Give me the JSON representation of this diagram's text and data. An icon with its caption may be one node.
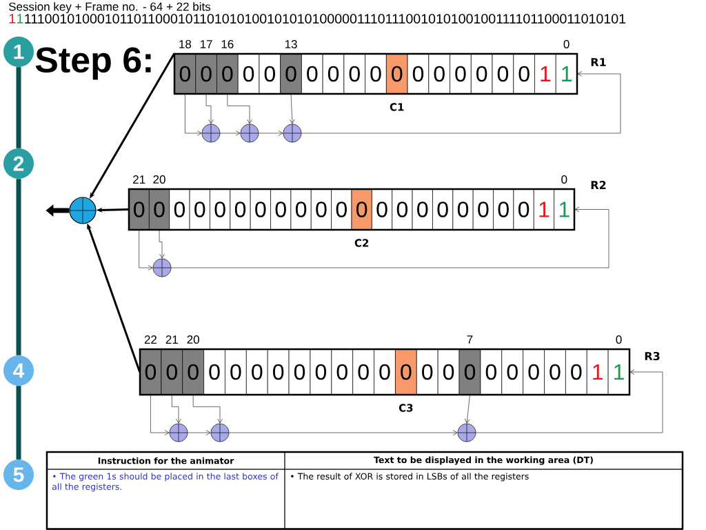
{
  "diagram": {
    "title": "Step 6:",
    "nodes": [
      {
        "text": [
          "1"
        ]
      },
      {
        "text": [
          "2"
        ]
      },
      {
        "text": [
          "4"
        ]
      },
      {
        "text": [
          "5"
        ]
      },
      {
        "text": [],
        "shape": "box",
        "beside": [
          "R1"
        ]
      },
      {
        "text": [
          "0"
        ],
        "in": 4,
        "beside": [
          "18"
        ]
      },
      {
        "text": [
          "0"
        ],
        "in": 4,
        "beside": [
          "17"
        ]
      },
      {
        "text": [
          "0"
        ],
        "in": 4,
        "beside": [
          "16"
        ]
      },
      {
        "text": [
          "0"
        ],
        "in": 4
      },
      {
        "text": [
          "0"
        ],
        "in": 4
      },
      {
        "text": [
          "0"
        ],
        "in": 4,
        "beside": [
          "13"
        ]
      },
      {
        "text": [
          "0"
        ],
        "in": 4
      },
      {
        "text": [
          "0"
        ],
        "in": 4
      },
      {
        "text": [
          "0"
        ],
        "in": 4
      },
      {
        "text": [
          "0"
        ],
        "in": 4
      },
      {
        "text": [
          "0"
        ],
        "in": 4,
        "beside": [
          "C1"
        ]
      },
      {
        "text": [
          "0"
        ],
        "in": 4
      },
      {
        "text": [
          "0"
        ],
        "in": 4
      },
      {
        "text": [
          "0"
        ],
        "in": 4
      },
      {
        "text": [
          "0"
        ],
        "in": 4
      },
      {
        "text": [
          "0"
        ],
        "in": 4
      },
      {
        "text": [
          "0"
        ],
        "in": 4
      },
      {
        "text": [
          "1"
        ],
        "in": 4
      },
      {
        "text": [
          "1"
        ],
        "in": 4,
        "beside": [
          "0"
        ]
      },
      {
        "text": [],
        "shape": "circle"
      },
      {
        "text": [],
        "shape": "circle"
      },
      {
        "text": [],
        "shape": "circle"
      },
      {
        "text": [],
        "shape": "box",
        "beside": [
          "R2"
        ]
      },
      {
        "text": [
          "0"
        ],
        "in": 27,
        "beside": [
          "21"
        ]
      },
      {
        "text": [
          "0"
        ],
        "in": 27,
        "beside": [
          "20"
        ]
      },
      {
        "text": [
          "0"
        ],
        "in": 27
      },
      {
        "text": [
          "0"
        ],
        "in": 27
      },
      {
        "text": [
          "0"
        ],
        "in": 27
      },
      {
        "text": [
          "0"
        ],
        "in": 27
      },
      {
        "text": [
          "0"
        ],
        "in": 27
      },
      {
        "text": [
          "0"
        ],
        "in": 27
      },
      {
        "text": [
          "0"
        ],
        "in": 27
      },
      {
        "text": [
          "0"
        ],
        "in": 27
      },
      {
        "text": [
          "0"
        ],
        "in": 27
      },
      {
        "text": [
          "0"
        ],
        "in": 27,
        "beside": [
          "C2"
        ]
      },
      {
        "text": [
          "0"
        ],
        "in": 27
      },
      {
        "text": [
          "0"
        ],
        "in": 27
      },
      {
        "text": [
          "0"
        ],
        "in": 27
      },
      {
        "text": [
          "0"
        ],
        "in": 27
      },
      {
        "text": [
          "0"
        ],
        "in": 27
      },
      {
        "text": [
          "0"
        ],
        "in": 27
      },
      {
        "text": [
          "0"
        ],
        "in": 27
      },
      {
        "text": [
          "0"
        ],
        "in": 27
      },
      {
        "text": [
          "1"
        ],
        "in": 27
      },
      {
        "text": [
          "1"
        ],
        "in": 27,
        "beside": [
          "0"
        ]
      },
      {
        "text": [],
        "shape": "circle"
      },
      {
        "text": [],
        "shape": "box",
        "beside": [
          "R3"
        ]
      },
      {
        "text": [
          "0"
        ],
        "in": 51,
        "beside": [
          "22"
        ]
      },
      {
        "text": [
          "0"
        ],
        "in": 51,
        "beside": [
          "21"
        ]
      },
      {
        "text": [
          "0"
        ],
        "in": 51,
        "beside": [
          "20"
        ]
      },
      {
        "text": [
          "0"
        ],
        "in": 51
      },
      {
        "text": [
          "0"
        ],
        "in": 51
      },
      {
        "text": [
          "0"
        ],
        "in": 51
      },
      {
        "text": [
          "0"
        ],
        "in": 51
      },
      {
        "text": [
          "0"
        ],
        "in": 51
      },
      {
        "text": [
          "0"
        ],
        "in": 51
      },
      {
        "text": [
          "0"
        ],
        "in": 51
      },
      {
        "text": [
          "0"
        ],
        "in": 51
      },
      {
        "text": [
          "0"
        ],
        "in": 51
      },
      {
        "text": [
          "0"
        ],
        "in": 51,
        "beside": [
          "C3"
        ]
      },
      {
        "text": [
          "0"
        ],
        "in": 51
      },
      {
        "text": [
          "0"
        ],
        "in": 51
      },
      {
        "text": [
          "0"
        ],
        "in": 51,
        "beside": [
          "7"
        ]
      },
      {
        "text": [
          "0"
        ],
        "in": 51
      },
      {
        "text": [
          "0"
        ],
        "in": 51
      },
      {
        "text": [
          "0"
        ],
        "in": 51
      },
      {
        "text": [
          "0"
        ],
        "in": 51
      },
      {
        "text": [
          "0"
        ],
        "in": 51
      },
      {
        "text": [
          "1"
        ],
        "in": 51
      },
      {
        "text": [
          "1"
        ],
        "in": 51,
        "beside": [
          "0"
        ]
      },
      {
        "text": [],
        "shape": "circle"
      },
      {
        "text": [],
        "shape": "circle"
      },
      {
        "text": [],
        "shape": "circle"
      },
      {
        "text": [],
        "shape": "circle"
      }
    ],
    "edges": [
      {
        "from": 0,
        "to": 1,
        "arrow": "none",
        "style": "thick",
        "color": "#0b5050"
      },
      {
        "from": 1,
        "to": 2,
        "arrow": "none",
        "style": "thick",
        "color": "#0b5050"
      },
      {
        "from": 2,
        "to": 3,
        "arrow": "none",
        "style": "thick",
        "color": "#0b5050"
      },
      {
        "from": 5,
        "to": 24,
        "arrow": "to"
      },
      {
        "from": 6,
        "to": 24,
        "arrow": "to"
      },
      {
        "from": 24,
        "to": 25,
        "arrow": "to"
      },
      {
        "from": 7,
        "to": 25,
        "arrow": "to"
      },
      {
        "from": 25,
        "to": 26,
        "arrow": "to"
      },
      {
        "from": 10,
        "to": 26,
        "arrow": "to"
      },
      {
        "from": 26,
        "to": 23,
        "arrow": "to"
      },
      {
        "from": 5,
        "to": 78,
        "arrow": "to",
        "style": "thick"
      },
      {
        "from": 28,
        "to": 50,
        "arrow": "to"
      },
      {
        "from": 29,
        "to": 50,
        "arrow": "to"
      },
      {
        "from": 50,
        "to": 49,
        "arrow": "to"
      },
      {
        "from": 28,
        "to": 78,
        "arrow": "to",
        "style": "thick"
      },
      {
        "from": 52,
        "to": 75,
        "arrow": "to"
      },
      {
        "from": 53,
        "to": 75,
        "arrow": "to"
      },
      {
        "from": 75,
        "to": 76,
        "arrow": "to"
      },
      {
        "from": 54,
        "to": 76,
        "arrow": "to"
      },
      {
        "from": 76,
        "to": 77,
        "arrow": "to"
      },
      {
        "from": 67,
        "to": 77,
        "arrow": "to"
      },
      {
        "from": 77,
        "to": 74,
        "arrow": "to"
      },
      {
        "from": 52,
        "to": 78,
        "arrow": "to",
        "style": "thick"
      },
      {
        "from": 78,
        "to": null,
        "arrow": "to",
        "style": "thick"
      }
    ],
    "labels": [
      "Session key + Frame no. -  64 + 22 bits",
      "1",
      "1",
      "1110010100010110110001011010101001010101000001110111001010100100111101100011010101",
      "Instruction for the animator",
      "Text to be displayed in the working area (DT)",
      "• The green 1s should be placed in the last boxes of all the registers.",
      "• The result of XOR is stored in  LSBs of all the registers"
    ]
  }
}
